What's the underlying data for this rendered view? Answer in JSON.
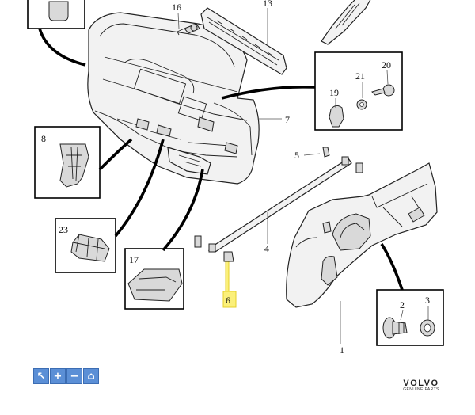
{
  "callouts": [
    {
      "id": "c1",
      "label": "1"
    },
    {
      "id": "c2",
      "label": "2"
    },
    {
      "id": "c3",
      "label": "3"
    },
    {
      "id": "c4",
      "label": "4"
    },
    {
      "id": "c5",
      "label": "5"
    },
    {
      "id": "c6",
      "label": "6"
    },
    {
      "id": "c7",
      "label": "7"
    },
    {
      "id": "c8",
      "label": "8"
    },
    {
      "id": "c13",
      "label": "13"
    },
    {
      "id": "c16",
      "label": "16"
    },
    {
      "id": "c17",
      "label": "17"
    },
    {
      "id": "c19",
      "label": "19"
    },
    {
      "id": "c20",
      "label": "20"
    },
    {
      "id": "c21",
      "label": "21"
    },
    {
      "id": "c23",
      "label": "23"
    }
  ],
  "highlight": {
    "label": "6",
    "color": "#fbf07a"
  },
  "toolbar": {
    "buttons": [
      {
        "icon": "cursor-icon",
        "glyph": "↖"
      },
      {
        "icon": "zoom-in-icon",
        "glyph": "+"
      },
      {
        "icon": "zoom-out-icon",
        "glyph": "−"
      },
      {
        "icon": "home-icon",
        "glyph": "⌂"
      }
    ],
    "color": "#5b8fd6"
  },
  "brand": {
    "name": "VOLVO",
    "tagline": "GENUINE PARTS"
  }
}
